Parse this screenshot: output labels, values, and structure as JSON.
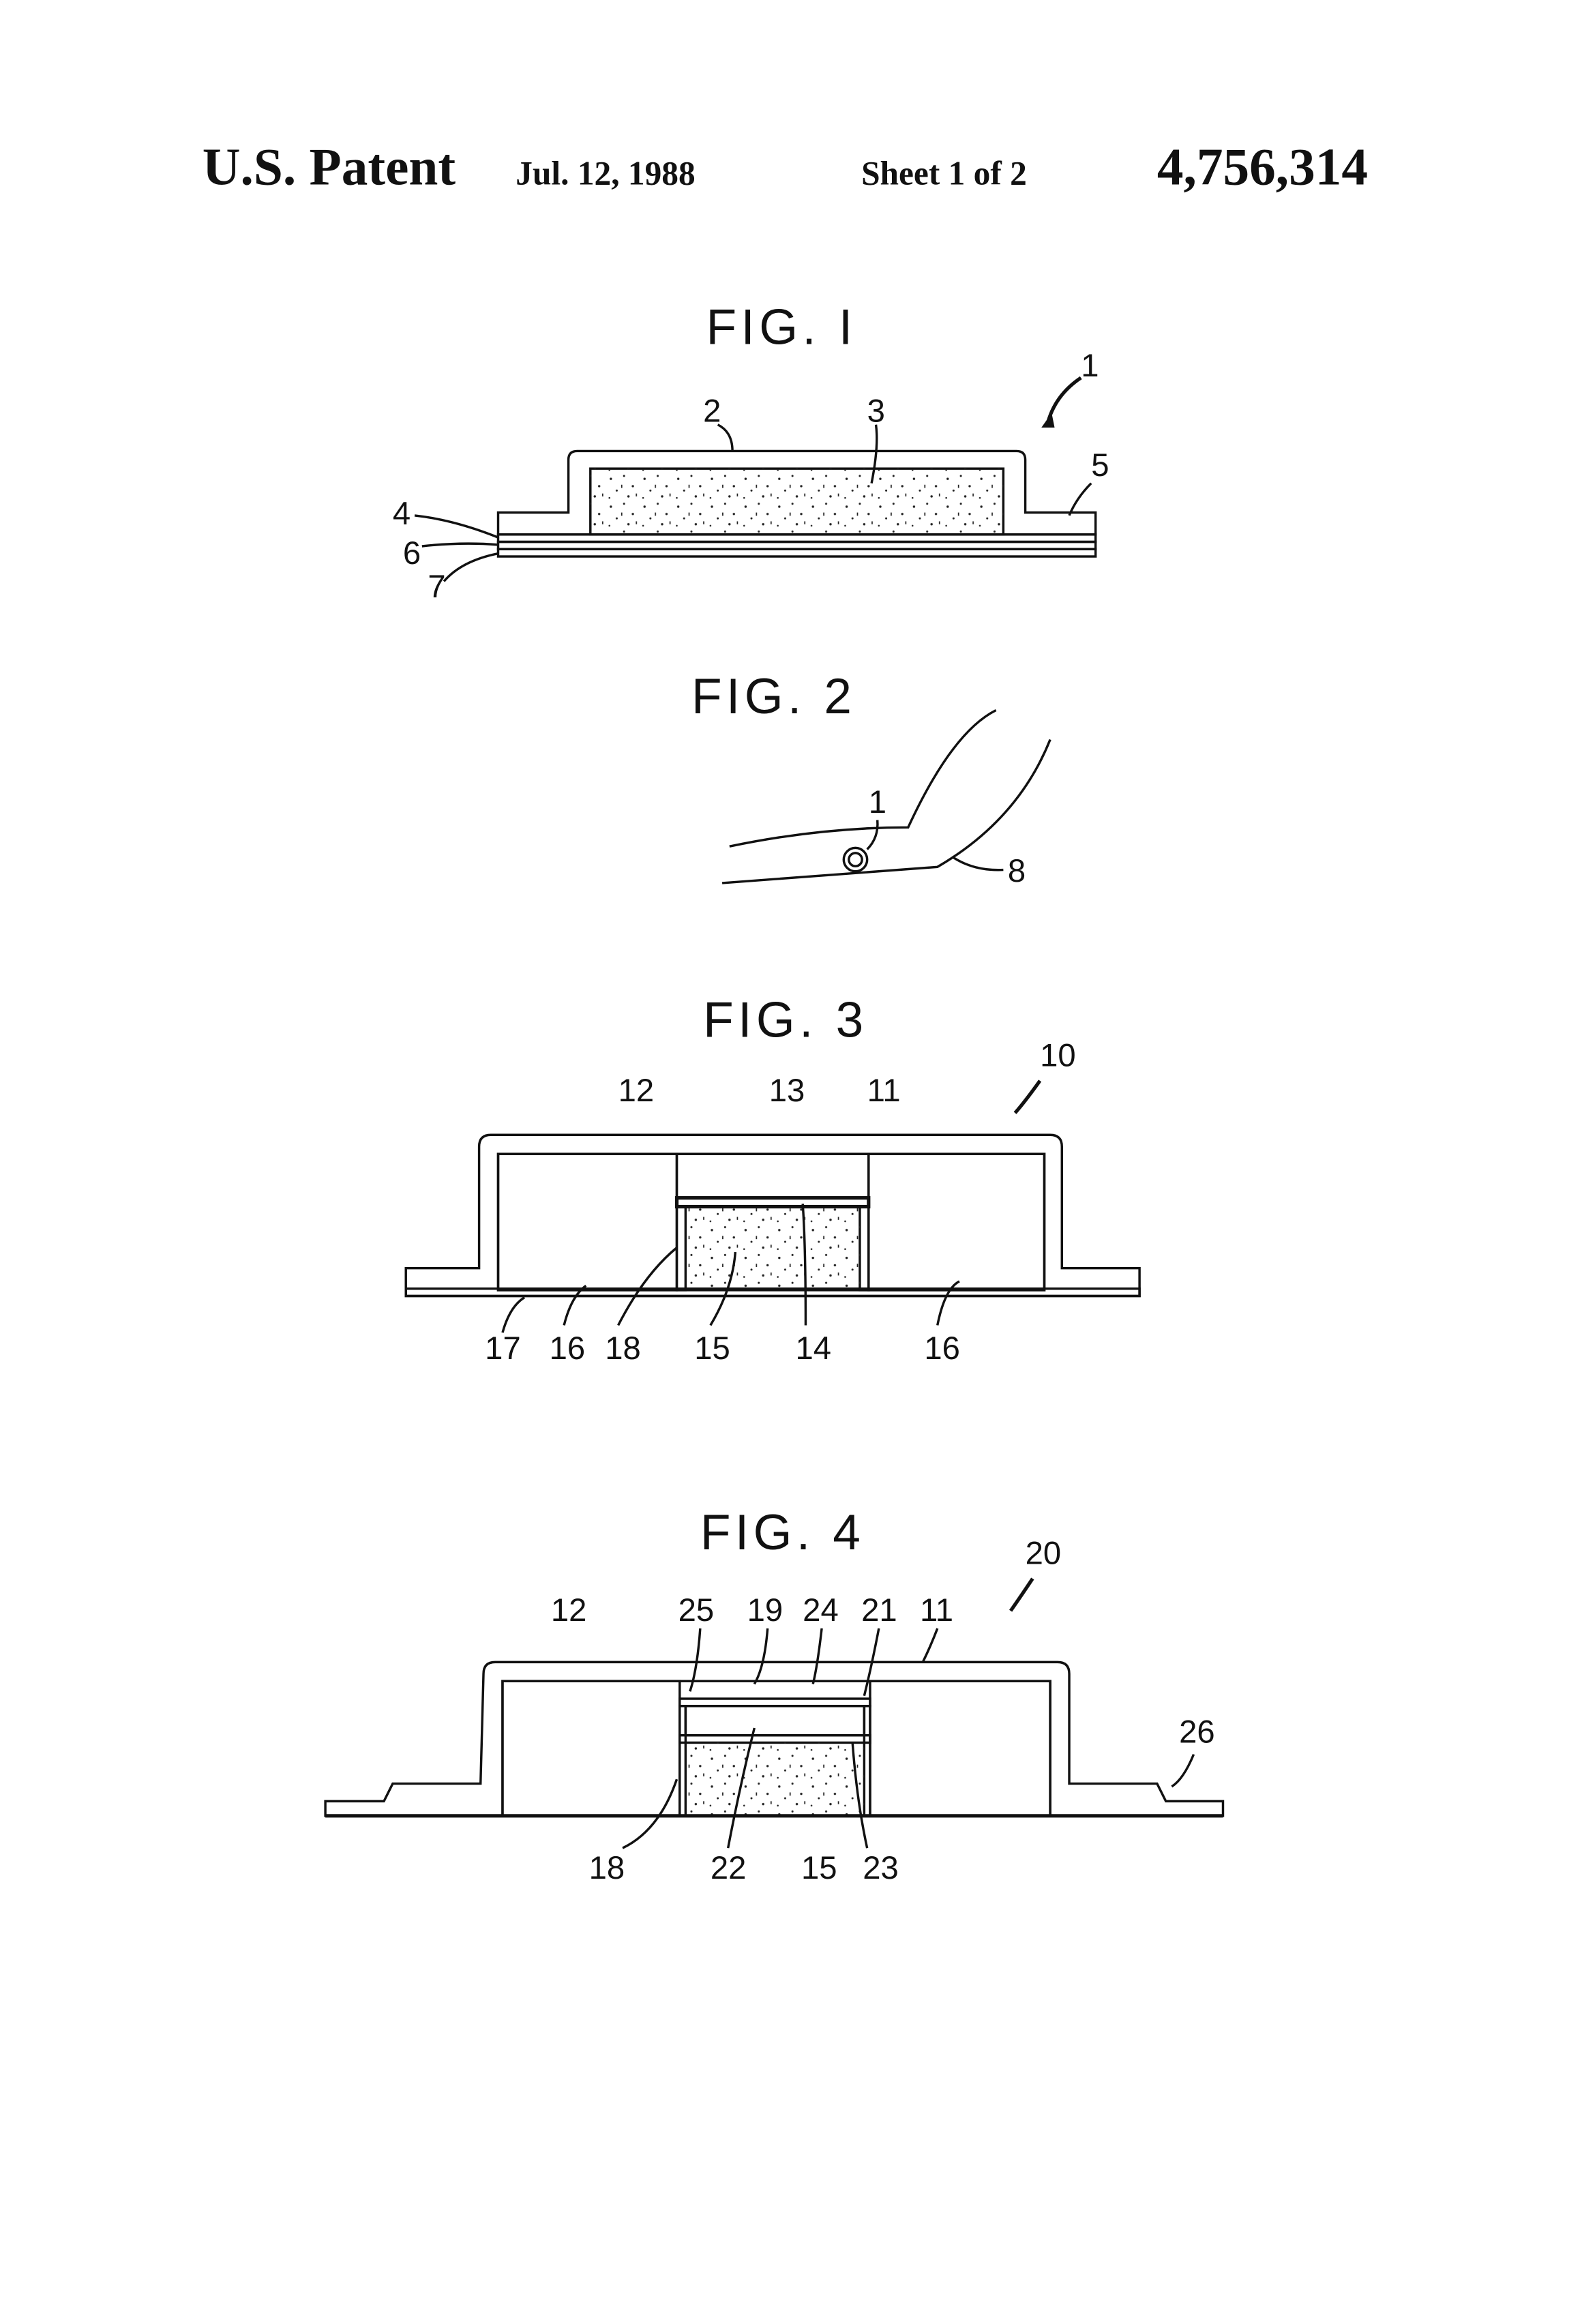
{
  "header": {
    "office": "U.S. Patent",
    "date": "Jul. 12, 1988",
    "sheet": "Sheet 1 of 2",
    "patent_number": "4,756,314"
  },
  "figures": [
    {
      "title": "FIG. I",
      "refs": [
        "1",
        "2",
        "3",
        "4",
        "5",
        "6",
        "7"
      ]
    },
    {
      "title": "FIG. 2",
      "refs": [
        "1",
        "8"
      ]
    },
    {
      "title": "FIG. 3",
      "refs": [
        "10",
        "12",
        "13",
        "11",
        "17",
        "16",
        "18",
        "15",
        "14",
        "16"
      ]
    },
    {
      "title": "FIG. 4",
      "refs": [
        "20",
        "12",
        "25",
        "19",
        "24",
        "21",
        "11",
        "26",
        "18",
        "22",
        "15",
        "23"
      ]
    }
  ]
}
